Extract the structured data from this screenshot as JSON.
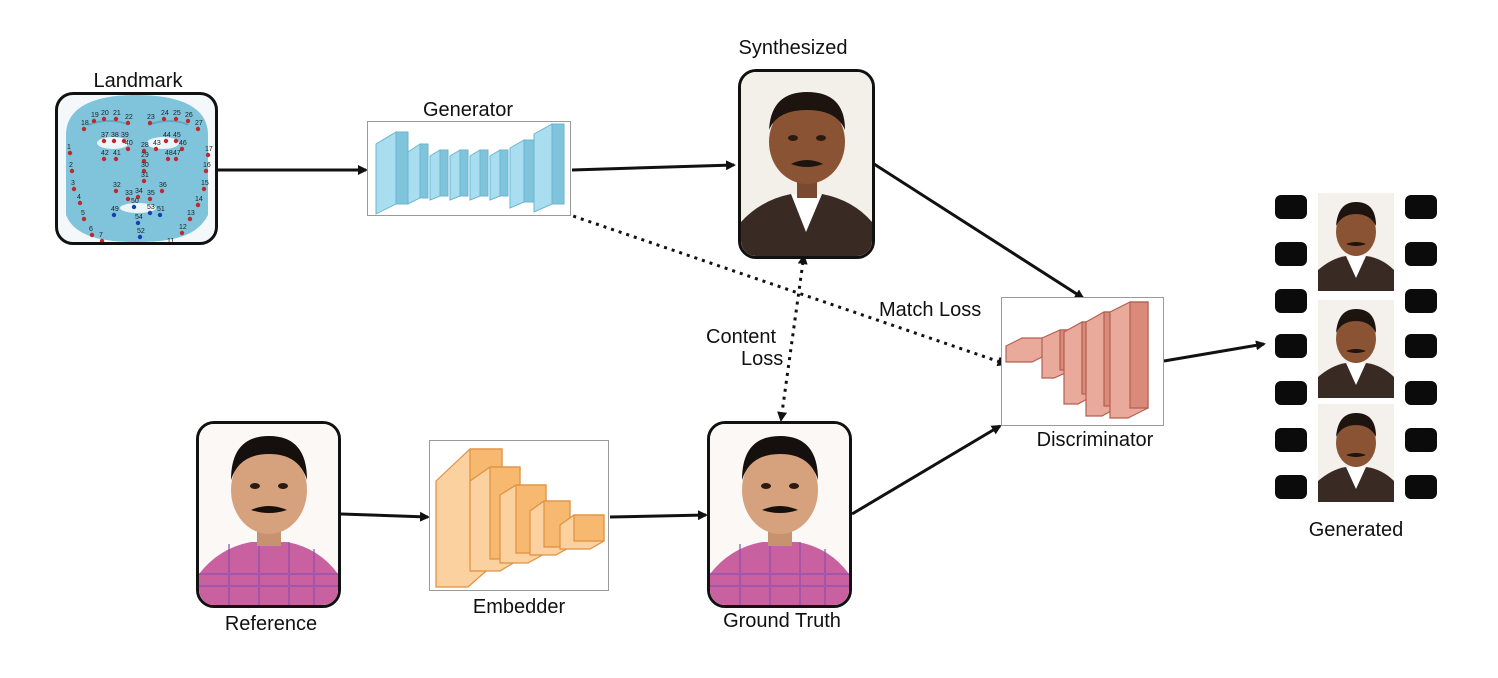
{
  "labels": {
    "landmark": "Landmark",
    "generator": "Generator",
    "synthesized": "Synthesized",
    "match_loss": "Match Loss",
    "content_loss_line1": "Content",
    "content_loss_line2": "Loss",
    "discriminator": "Discriminator",
    "generated": "Generated",
    "reference": "Reference",
    "embedder": "Embedder",
    "ground_truth": "Ground Truth"
  },
  "landmark_numbers": [
    "19",
    "20",
    "21",
    "22",
    "23",
    "24",
    "25",
    "26",
    "18",
    "27",
    "17",
    "37",
    "38",
    "39",
    "40",
    "43",
    "44",
    "45",
    "46",
    "42",
    "41",
    "48",
    "47",
    "28",
    "29",
    "30",
    "31",
    "1",
    "16",
    "2",
    "15",
    "3",
    "32",
    "33",
    "34",
    "35",
    "36",
    "14",
    "4",
    "5",
    "13",
    "6",
    "12",
    "7",
    "11",
    "49",
    "50",
    "53",
    "54",
    "51",
    "52"
  ],
  "colors": {
    "face_blue": "#7fc4db",
    "generator_blue": "#8fd0e8",
    "embedder_orange": "#f7b870",
    "discriminator_red": "#d98a7a",
    "landmark_red": "#c0282b",
    "landmark_blue": "#1a3cb8",
    "shirt_pink": "#c9609f",
    "suit_dark": "#3a2a24"
  }
}
